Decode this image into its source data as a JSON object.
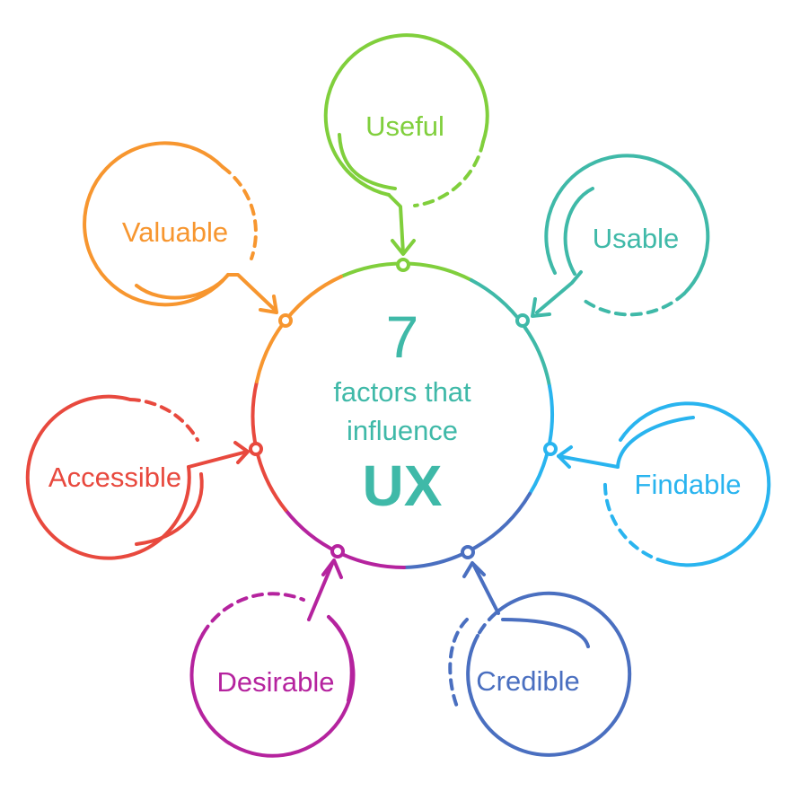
{
  "center": {
    "number": "7",
    "line1": "factors that",
    "line2": "influence",
    "emphasis": "UX",
    "text_color": "#3fb9a8"
  },
  "factors": [
    {
      "id": "useful",
      "label": "Useful",
      "color": "#80cf3c"
    },
    {
      "id": "usable",
      "label": "Usable",
      "color": "#3fb9a8"
    },
    {
      "id": "findable",
      "label": "Findable",
      "color": "#29b4ef"
    },
    {
      "id": "credible",
      "label": "Credible",
      "color": "#4a6fc0"
    },
    {
      "id": "desirable",
      "label": "Desirable",
      "color": "#b5239e"
    },
    {
      "id": "accessible",
      "label": "Accessible",
      "color": "#e8493e"
    },
    {
      "id": "valuable",
      "label": "Valuable",
      "color": "#f7962f"
    }
  ]
}
